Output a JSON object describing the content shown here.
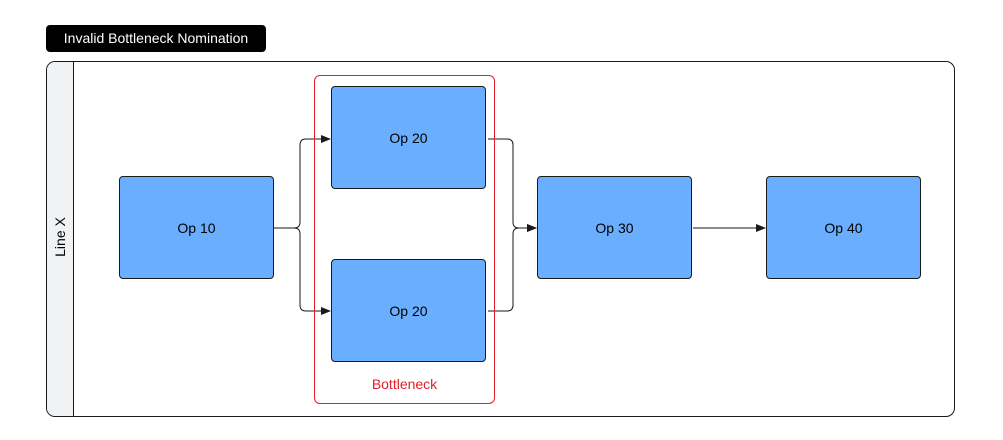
{
  "title": "Invalid Bottleneck Nomination",
  "lane": {
    "label": "Line X"
  },
  "nodes": {
    "op10": "Op 10",
    "op20_top": "Op 20",
    "op20_bottom": "Op 20",
    "op30": "Op 30",
    "op40": "Op 40"
  },
  "bottleneck": {
    "label": "Bottleneck",
    "color": "#e0202a"
  },
  "colors": {
    "node_fill": "#6aaeff",
    "stroke": "#1a1a1a"
  }
}
